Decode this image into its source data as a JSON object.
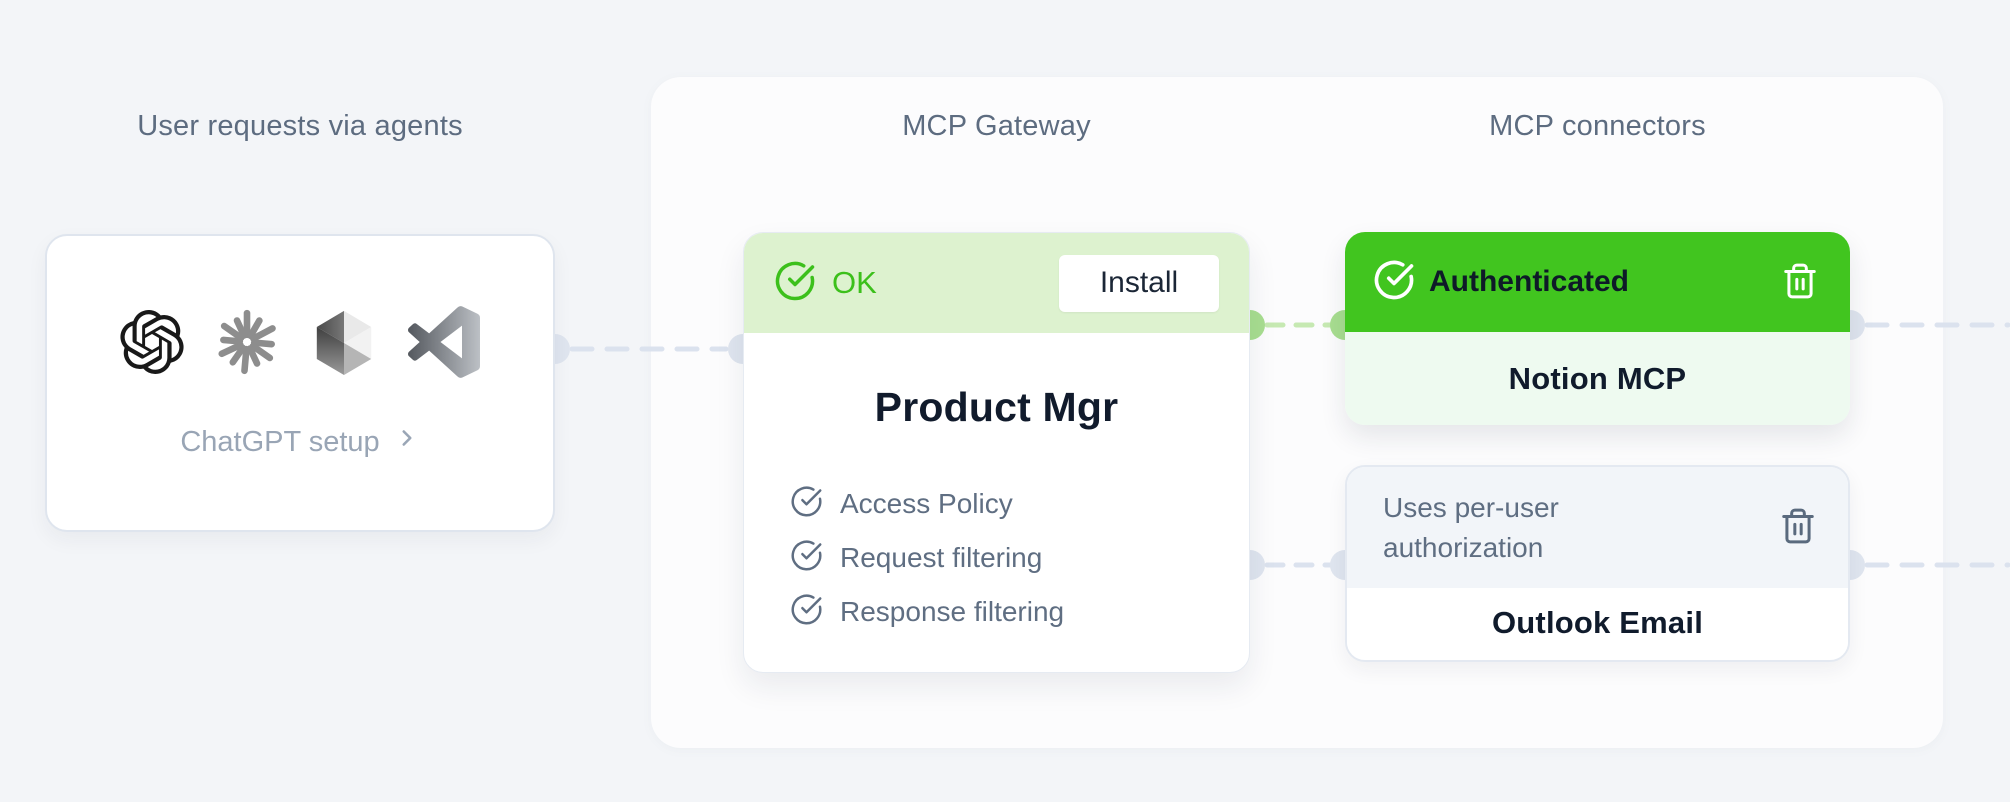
{
  "page": {
    "background": "#f3f5f8",
    "panel_background": "#fcfcfd"
  },
  "headings": {
    "agents": "User requests via agents",
    "gateway": "MCP Gateway",
    "connectors": "MCP connectors"
  },
  "agents_card": {
    "icons": [
      "openai-logo",
      "ai-spark-logo",
      "cursor-cube-logo",
      "vscode-logo"
    ],
    "setup_label": "ChatGPT setup"
  },
  "gateway_card": {
    "status": "OK",
    "install_label": "Install",
    "title": "Product Mgr",
    "features": [
      "Access Policy",
      "Request filtering",
      "Response filtering"
    ]
  },
  "connectors": {
    "notion": {
      "status": "Authenticated",
      "title": "Notion MCP"
    },
    "outlook": {
      "note": "Uses per-user authorization",
      "title": "Outlook Email"
    }
  },
  "colors": {
    "accent_green": "#41c51f",
    "ok_green": "#3cc01b",
    "light_green_header": "#ddf2cf",
    "light_green_body": "#eefaf0",
    "slate_heading": "#5d6c80",
    "body_gray": "#5f6e82",
    "muted_link": "#99a5b5",
    "dark_navy": "#111b2c",
    "connector_gray": "#dbe2ee",
    "connector_dot_gray": "#dfe5ef",
    "connector_green_dash": "#c6e9b2",
    "connector_green_dot": "#a8de90"
  }
}
